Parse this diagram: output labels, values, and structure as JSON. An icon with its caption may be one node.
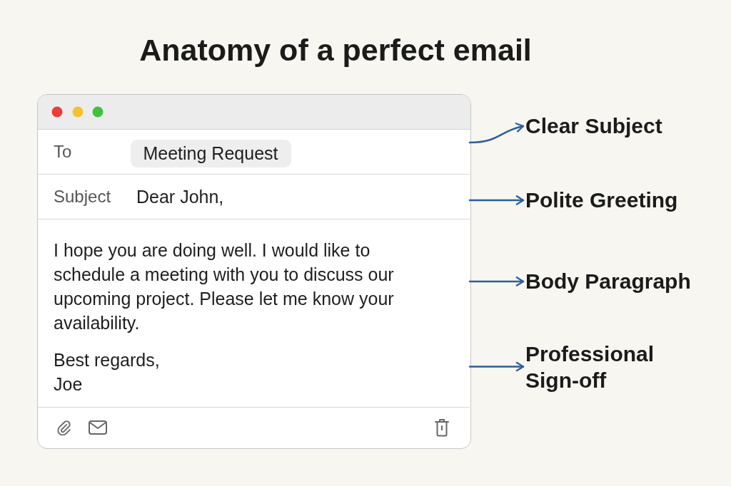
{
  "diagram": {
    "title": "Anatomy of a perfect email",
    "nodes": [
      {
        "text": [],
        "shape": "box"
      },
      {
        "text": [
          "To"
        ],
        "in": 0
      },
      {
        "text": [
          "Meeting Request"
        ],
        "in": 1
      },
      {
        "text": [
          "Subject",
          "Dear John,"
        ],
        "in": 0
      },
      {
        "text": [
          "I hope you are doing well. I would like to schedule a meeting with you to discuss our upcoming project. Please let me know your availability.",
          "Best regards, Joe"
        ],
        "in": 0
      },
      {
        "text": [
          "Clear Subject"
        ]
      },
      {
        "text": [
          "Polite Greeting"
        ]
      },
      {
        "text": [
          "Body Paragraph"
        ]
      },
      {
        "text": [
          "Professional Sign-off"
        ]
      }
    ],
    "edges": [
      {
        "from": 1,
        "to": 5,
        "arrow": "to"
      },
      {
        "from": 3,
        "to": 6,
        "arrow": "to"
      },
      {
        "from": 4,
        "to": 7,
        "arrow": "to"
      },
      {
        "from": 4,
        "to": 8,
        "arrow": "to"
      }
    ]
  }
}
